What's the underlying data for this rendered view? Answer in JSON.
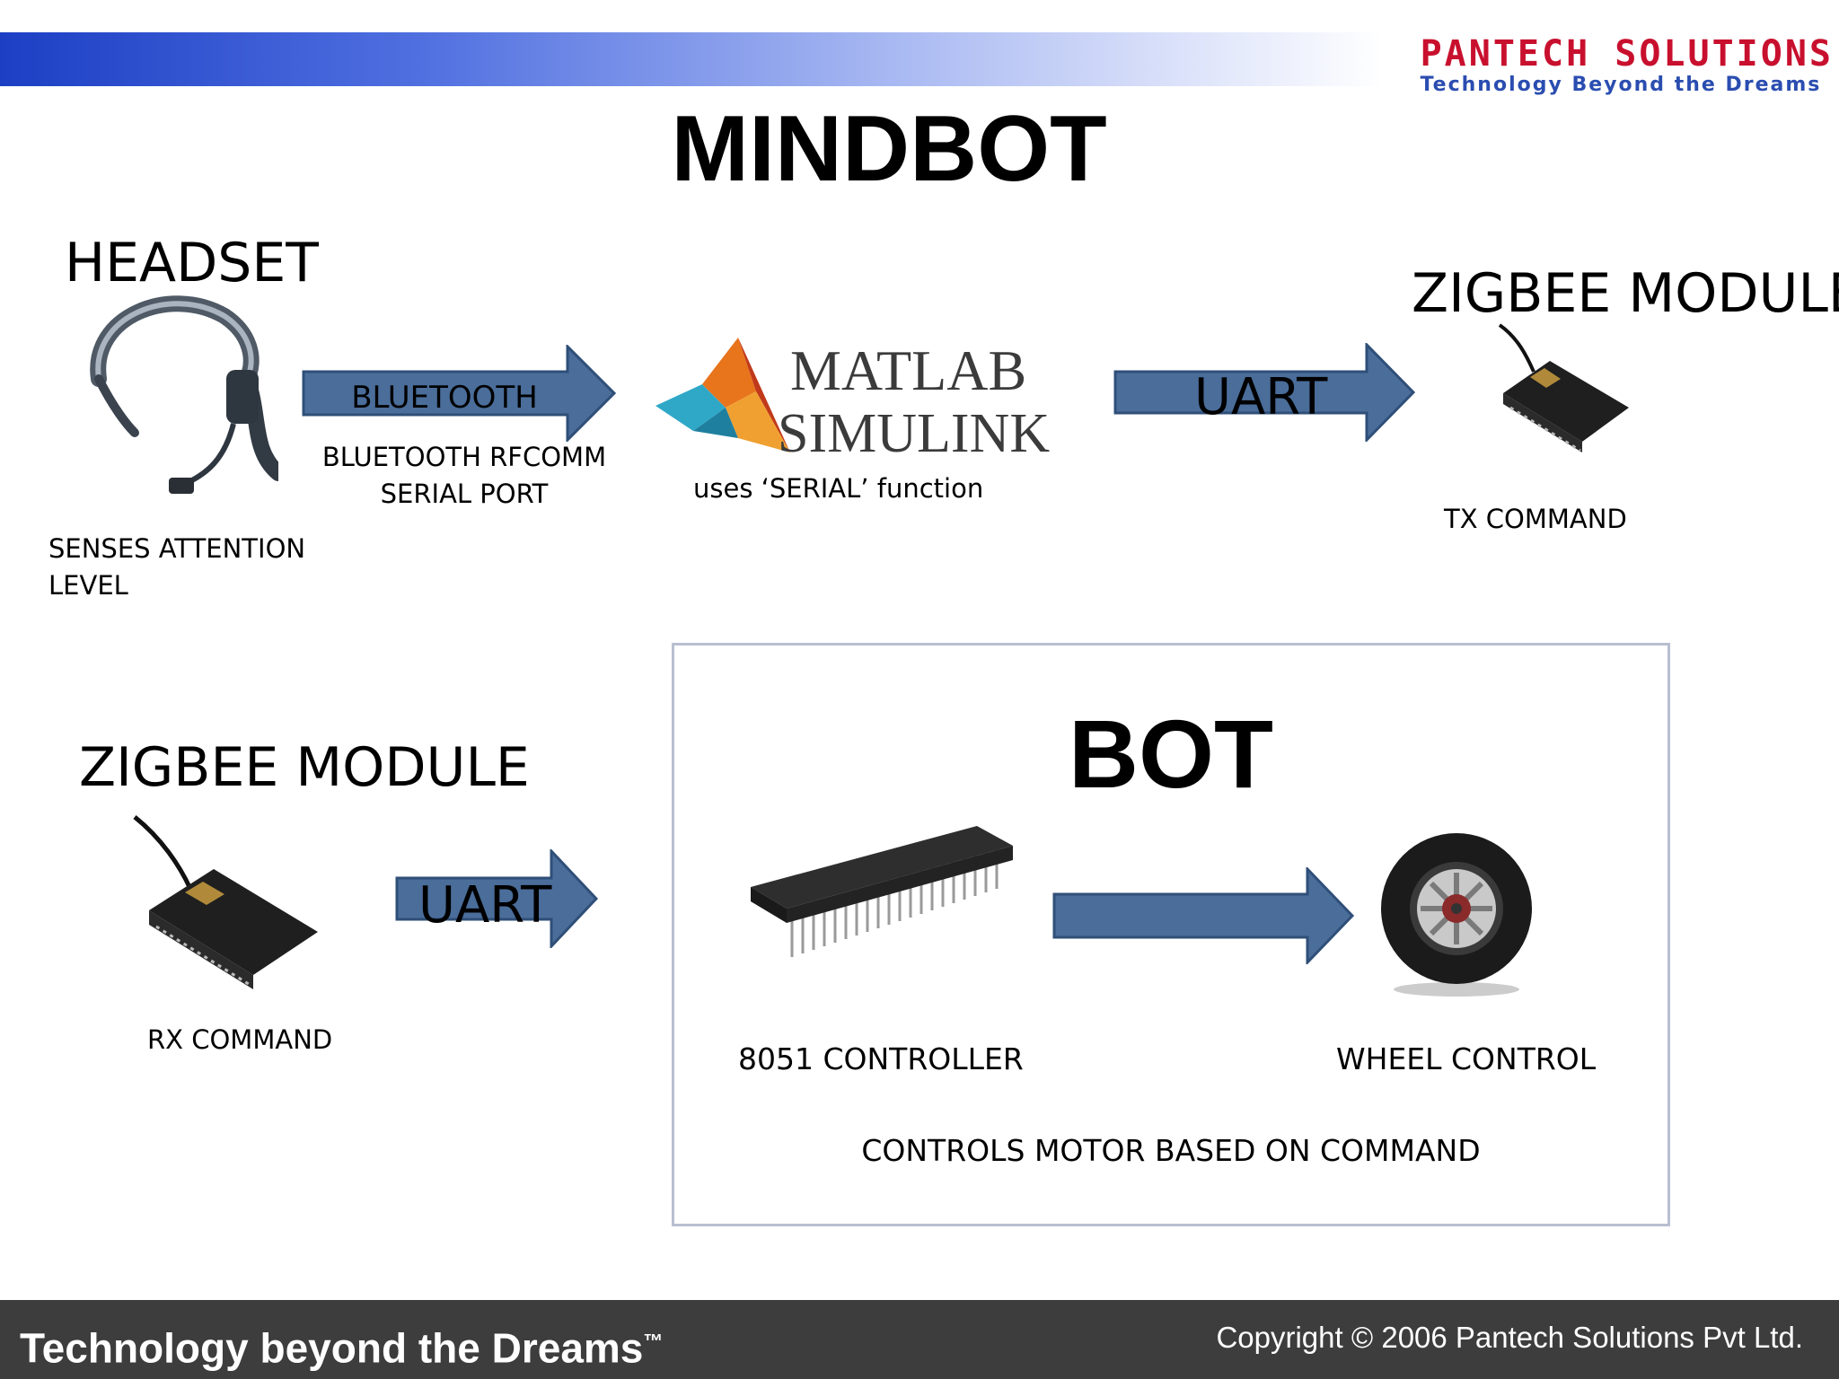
{
  "header": {
    "logo_name": "PANTECH SOLUTIONS",
    "logo_tagline": "Technology Beyond the Dreams"
  },
  "title": "MINDBOT",
  "top_row": {
    "headset": {
      "label": "HEADSET",
      "caption_line1": "SENSES ATTENTION",
      "caption_line2": "LEVEL"
    },
    "bluetooth_arrow": {
      "label": "BLUETOOTH",
      "caption_line1": "BLUETOOTH RFCOMM",
      "caption_line2": "SERIAL PORT"
    },
    "matlab": {
      "name_line1": "MATLAB",
      "name_line2": "SIMULINK",
      "caption": "uses ‘SERIAL’ function"
    },
    "uart_arrow": {
      "label": "UART"
    },
    "zigbee_tx": {
      "label": "ZIGBEE MODULE",
      "caption": "TX COMMAND"
    }
  },
  "bottom_row": {
    "zigbee_rx": {
      "label": "ZIGBEE MODULE",
      "caption": "RX COMMAND"
    },
    "uart_arrow": {
      "label": "UART"
    },
    "bot": {
      "title": "BOT",
      "controller_caption": "8051 CONTROLLER",
      "wheel_caption": "WHEEL CONTROL",
      "description": "CONTROLS MOTOR BASED ON COMMAND"
    }
  },
  "footer": {
    "tagline": "Technology beyond the Dreams",
    "tagline_mark": "™",
    "copyright": "Copyright © 2006 Pantech Solutions Pvt Ltd."
  },
  "colors": {
    "arrow_fill": "#4a6d9a",
    "arrow_stroke": "#2f4f78",
    "logo_red": "#c8102e",
    "logo_blue": "#2a4db0",
    "footer_bg": "#3d3d3d"
  }
}
